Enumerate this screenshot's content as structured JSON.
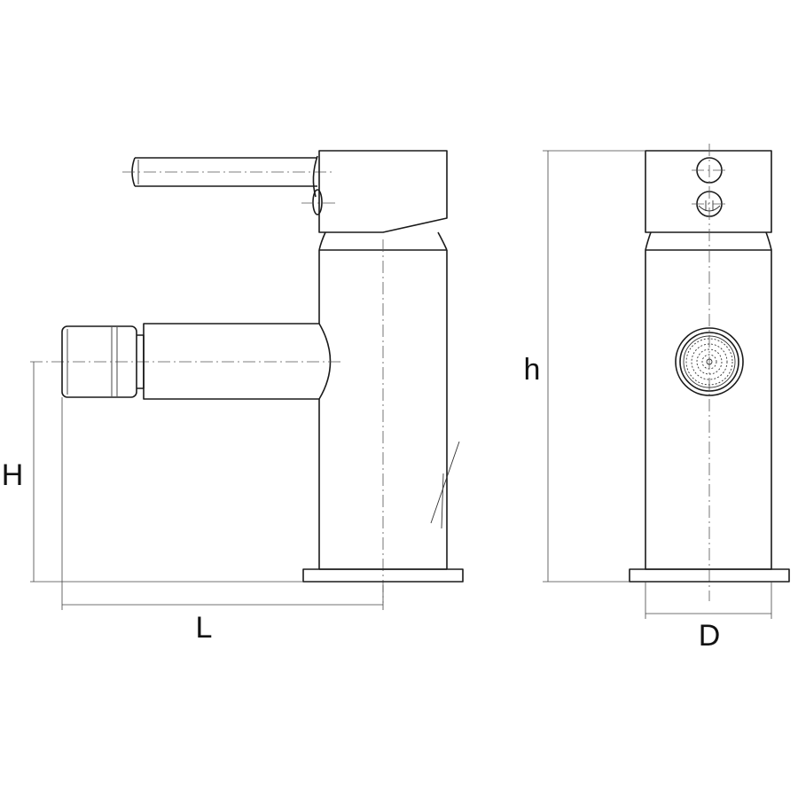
{
  "dimensions": {
    "side_view": {
      "height_spout": "H",
      "length": "L"
    },
    "front_view": {
      "height_total": "h",
      "depth": "D"
    }
  }
}
